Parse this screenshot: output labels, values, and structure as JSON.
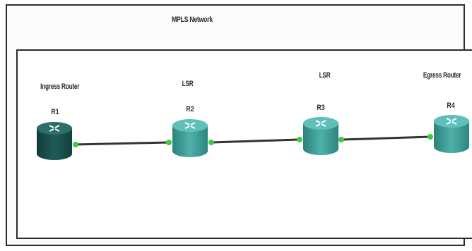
{
  "diagram": {
    "title": "MPLS Network",
    "routers": [
      {
        "role": "Ingress Router",
        "id": "R1",
        "style": "dark"
      },
      {
        "role": "LSR",
        "id": "R2",
        "style": "light"
      },
      {
        "role": "LSR",
        "id": "R3",
        "style": "light"
      },
      {
        "role": "Egress Router",
        "id": "R4",
        "style": "light"
      }
    ],
    "colors": {
      "router_dark": "#1f5b58",
      "router_light": "#3d9e98",
      "link": "#333333",
      "port": "#3ccc3c"
    }
  }
}
